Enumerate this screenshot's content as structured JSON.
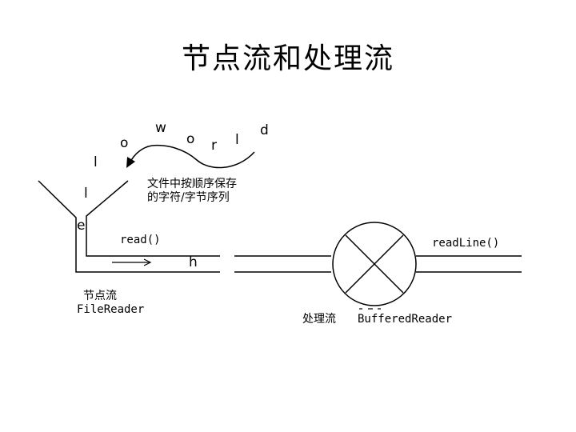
{
  "title": "节点流和处理流",
  "stream_letters": [
    "w",
    "o",
    "o",
    "r",
    "l",
    "d",
    "l",
    "l",
    "e",
    "h"
  ],
  "file_desc": [
    "文件中按顺序保存",
    "的字符/字节序列"
  ],
  "read_label": "read()",
  "readline_label": "readLine()",
  "node_stream_label": "节点流",
  "file_reader_label": "FileReader",
  "processing_stream_label": "处理流",
  "buffered_reader_label": "BufferedReader"
}
